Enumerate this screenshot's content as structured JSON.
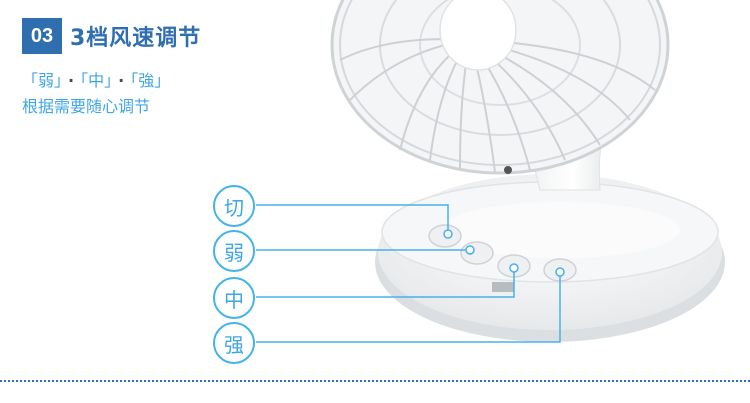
{
  "section": {
    "number": "03",
    "title": "3档风速调节"
  },
  "subtitle": {
    "speed_low": "「弱」",
    "speed_mid": "「中」",
    "speed_high": "「強」",
    "separator": "·",
    "description": "根据需要随心调节"
  },
  "labels": {
    "off": "切",
    "low": "弱",
    "mid": "中",
    "high": "强"
  },
  "colors": {
    "accent": "#2f6fb0",
    "light_blue": "#46b2ea"
  }
}
